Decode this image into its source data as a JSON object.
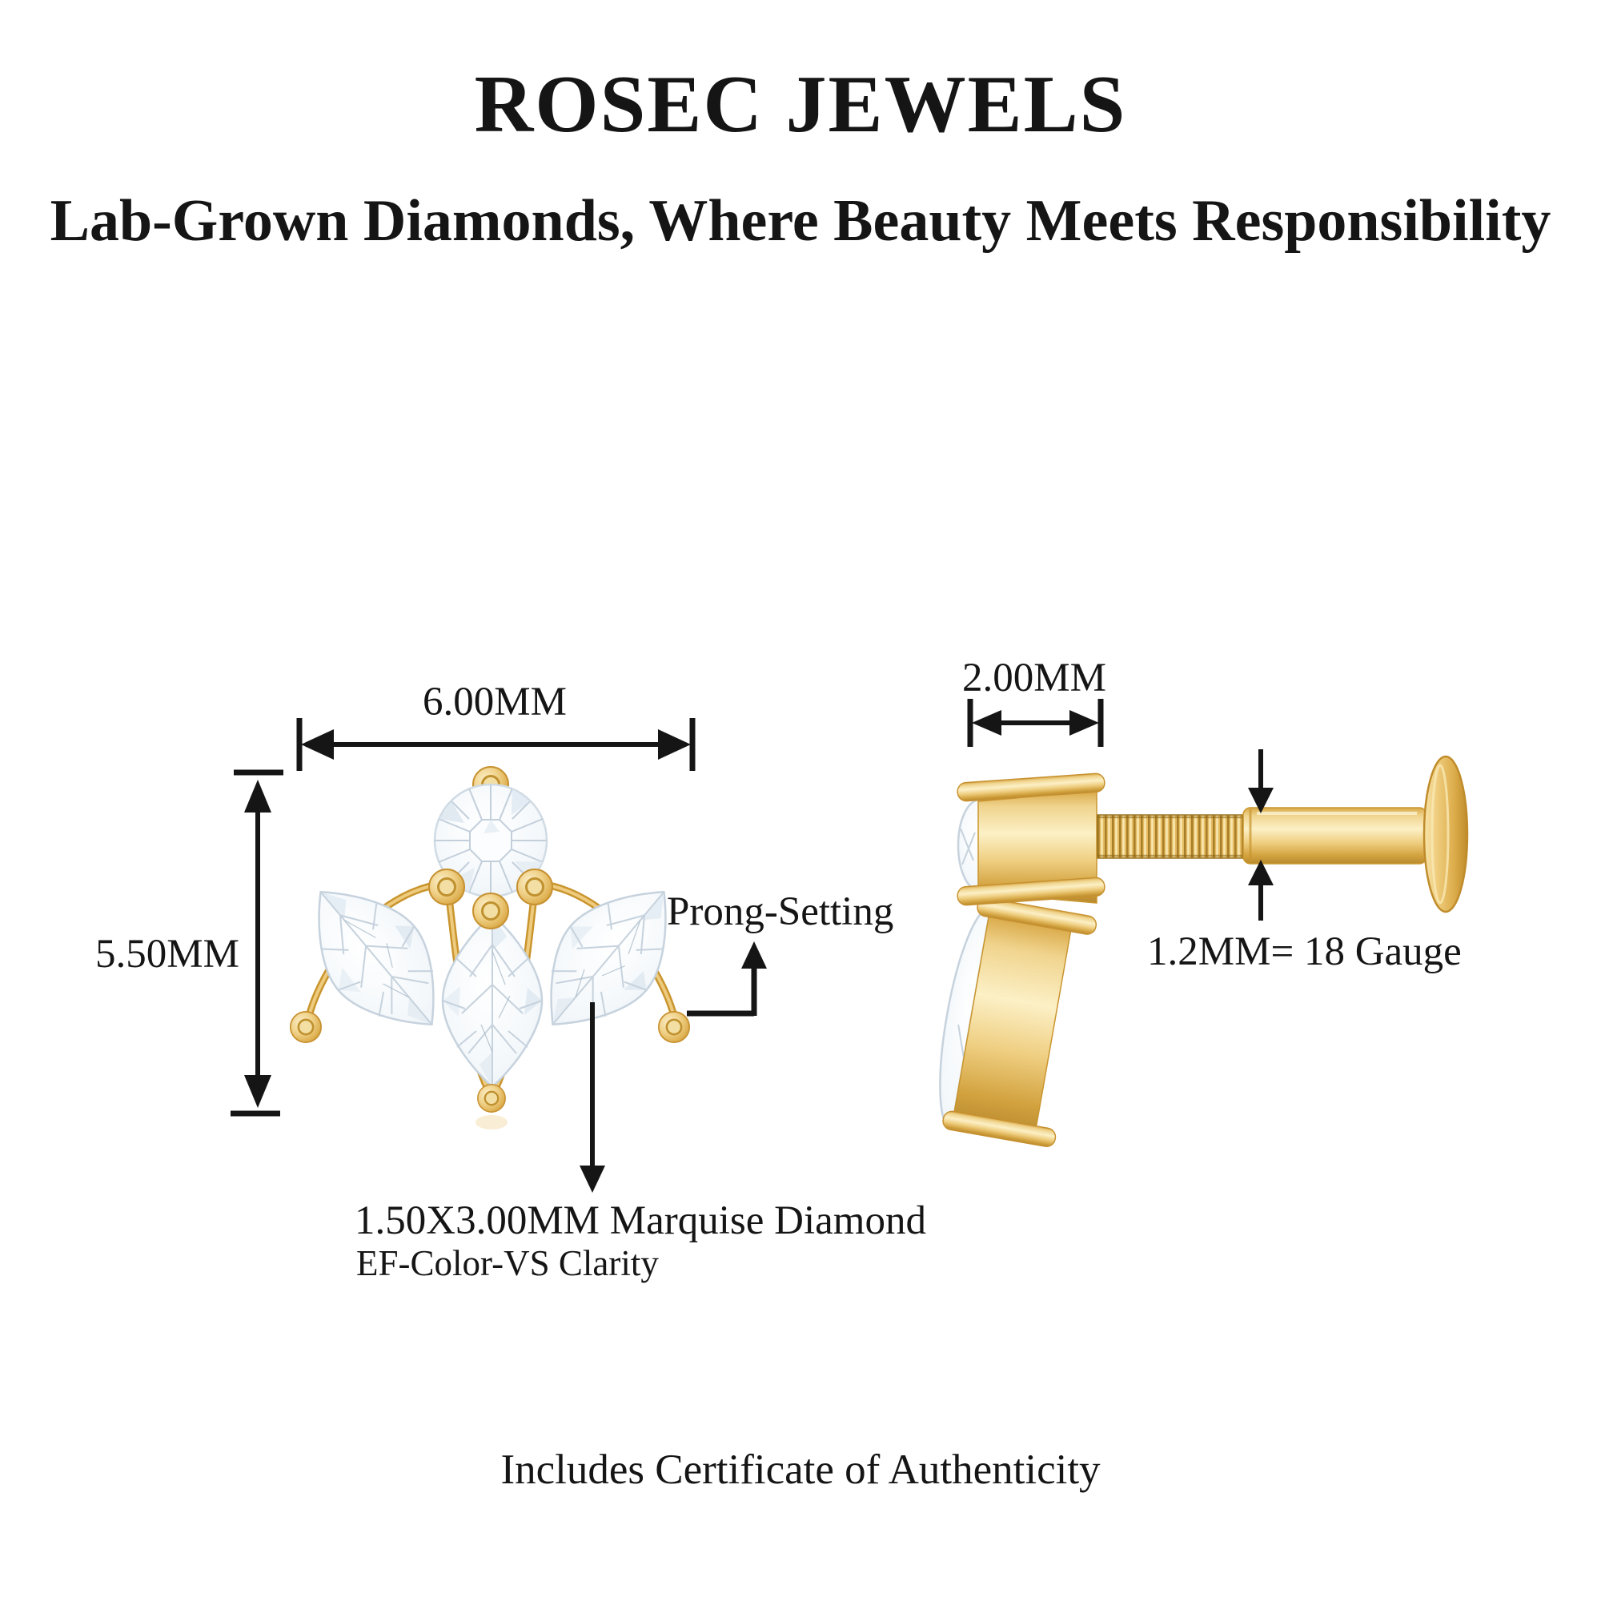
{
  "header": {
    "brand": "ROSEC JEWELS",
    "tagline": "Lab-Grown Diamonds, Where Beauty Meets Responsibility"
  },
  "front_view": {
    "width_label": "6.00MM",
    "height_label": "5.50MM",
    "prong_setting_label": "Prong-Setting",
    "marquise_label": "1.50X3.00MM Marquise Diamond",
    "clarity_label": "EF-Color-VS Clarity"
  },
  "side_view": {
    "head_width_label": "2.00MM",
    "gauge_label": "1.2MM= 18 Gauge"
  },
  "footer": {
    "certificate_note": "Includes Certificate of Authenticity"
  },
  "colors": {
    "background": "#FFFFFF",
    "text": "#151515",
    "gold": "#E8C169",
    "gold_light": "#FBEDBD",
    "gold_dark": "#C9952E",
    "diamond_white": "#F4F8FB",
    "diamond_facet": "#C6D2DD"
  }
}
